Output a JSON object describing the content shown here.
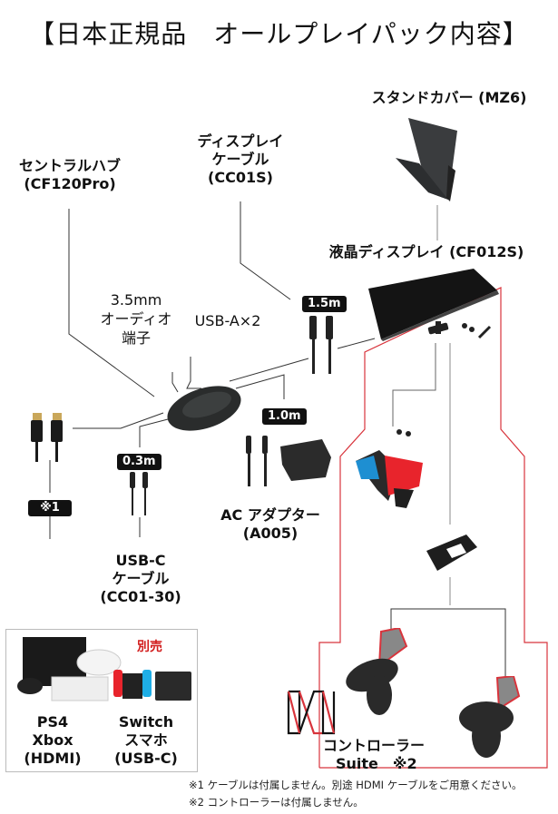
{
  "title": "【日本正規品　オールプレイパック内容】",
  "components": {
    "stand_cover": {
      "name": "スタンドカバー (MZ6)"
    },
    "central_hub": {
      "line1": "セントラルハブ",
      "line2": "(CF120Pro)"
    },
    "display_cable": {
      "line1": "ディスプレイ",
      "line2": "ケーブル",
      "line3": "(CC01S)",
      "length": "1.5m"
    },
    "lcd_display": {
      "name": "液晶ディスプレイ (CF012S)"
    },
    "audio_port": {
      "line1": "3.5mm",
      "line2": "オーディオ",
      "line3": "端子"
    },
    "usb_a": {
      "label": "USB-A×2"
    },
    "ac_adapter": {
      "line1": "AC アダプター",
      "line2": "(A005)",
      "length": "1.0m"
    },
    "usbc_cable": {
      "line1": "USB-C",
      "line2": "ケーブル",
      "line3": "(CC01-30)",
      "length": "0.3m"
    },
    "hdmi_cable": {
      "tag": "※1"
    },
    "controller_suite": {
      "line1": "コントローラー",
      "line2": "Suite　※2"
    }
  },
  "sold_separately": {
    "badge": "別売",
    "left": {
      "line1": "PS4",
      "line2": "Xbox",
      "line3": "(HDMI)"
    },
    "right": {
      "line1": "Switch",
      "line2": "スマホ",
      "line3": "(USB-C)"
    }
  },
  "notes": [
    "※1 ケーブルは付属しません。別途 HDMI ケーブルをご用意ください。",
    "※2 コントローラーは付属しません。"
  ],
  "colors": {
    "accent_red": "#d8343c",
    "tag_bg": "#111111",
    "sold_red": "#d21c1c"
  }
}
